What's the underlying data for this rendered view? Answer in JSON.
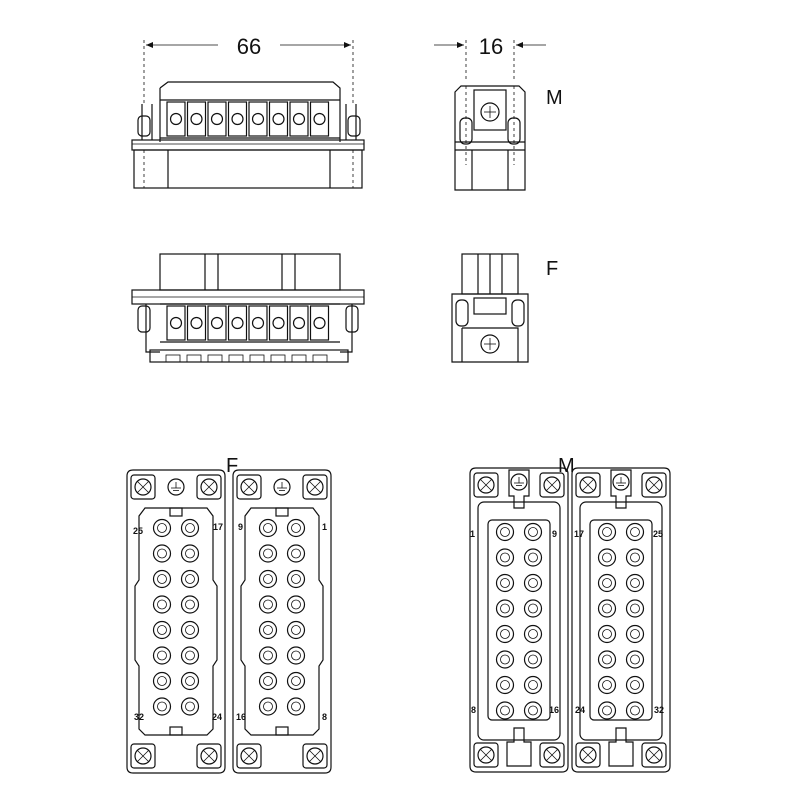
{
  "dimensions": {
    "width_label": "66",
    "depth_label": "16"
  },
  "labels": {
    "side_male": "M",
    "side_female": "F",
    "face_female": "F",
    "face_male": "M"
  },
  "pin_numbers": {
    "female_left": {
      "top_left": "25",
      "top_right": "17",
      "bottom_left": "32",
      "bottom_right": "24"
    },
    "female_right": {
      "top_left": "9",
      "top_right": "1",
      "bottom_left": "16",
      "bottom_right": "8"
    },
    "male_left": {
      "top_left": "1",
      "top_right": "9",
      "bottom_left": "8",
      "bottom_right": "16"
    },
    "male_right": {
      "top_left": "17",
      "top_right": "25",
      "bottom_left": "24",
      "bottom_right": "32"
    }
  },
  "contacts_per_module": 16
}
